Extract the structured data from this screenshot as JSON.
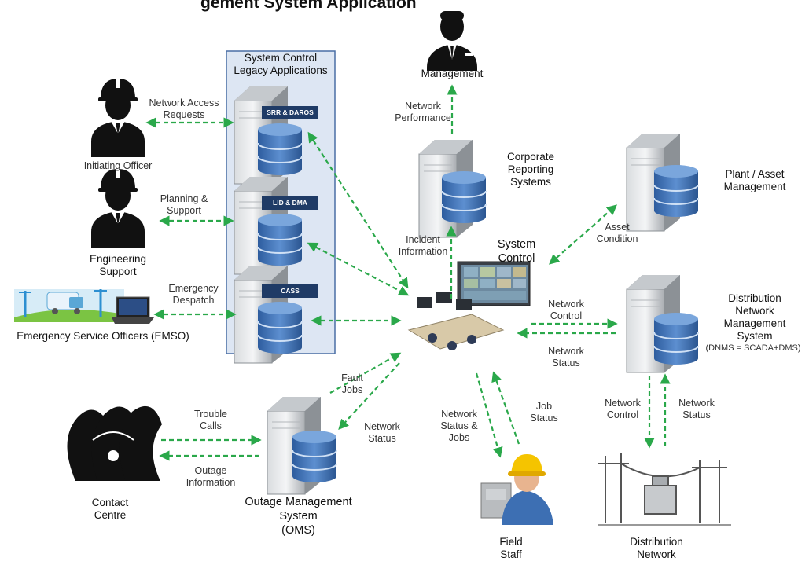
{
  "title": "gement System Application",
  "panel": {
    "title": "System Control\nLegacy Applications"
  },
  "apps": {
    "srr": "SRR & DAROS",
    "lid": "LID & DMA",
    "cass": "CASS"
  },
  "nodes": {
    "management": "Management",
    "initiating_officer": "Initiating Officer",
    "engineering_support": "Engineering\nSupport",
    "emso": "Emergency Service Officers (EMSO)",
    "corporate_reporting": "Corporate\nReporting\nSystems",
    "plant_asset": "Plant / Asset\nManagement",
    "system_control": "System\nControl",
    "dnms": "Distribution\nNetwork\nManagement\nSystem",
    "dnms_sub": "(DNMS = SCADA+DMS)",
    "contact_centre": "Contact\nCentre",
    "oms": "Outage Management\nSystem\n(OMS)",
    "field_staff": "Field\nStaff",
    "distribution_network": "Distribution\nNetwork"
  },
  "flows": {
    "network_access": "Network Access\nRequests",
    "planning_support": "Planning &\nSupport",
    "emergency_despatch": "Emergency\nDespatch",
    "network_performance": "Network\nPerformance",
    "incident_information": "Incident\nInformation",
    "asset_condition": "Asset\nCondition",
    "network_control_dnms": "Network\nControl",
    "network_status_dnms": "Network\nStatus",
    "fault_jobs": "Fault\nJobs",
    "network_status_oms": "Network\nStatus",
    "trouble_calls": "Trouble\nCalls",
    "outage_information": "Outage\nInformation",
    "network_status_jobs": "Network\nStatus &\nJobs",
    "job_status": "Job\nStatus",
    "network_control_dist": "Network\nControl",
    "network_status_dist": "Network\nStatus"
  },
  "colors": {
    "arrow": "#2aa84a",
    "panel_fill": "#dde6f3",
    "panel_border": "#4a6fa5",
    "db_blue": "#3d6fb3",
    "server_grey": "#9ea3a8",
    "app_label_bg": "#1f3b66"
  }
}
